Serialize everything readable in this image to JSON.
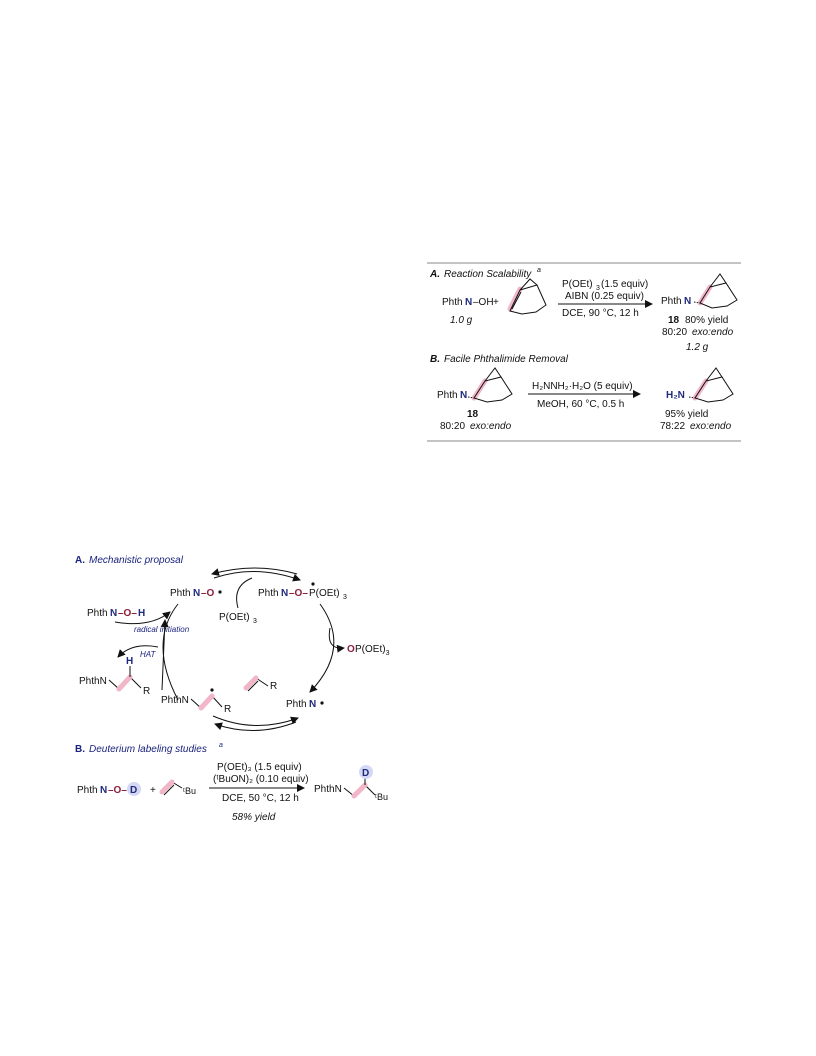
{
  "panel1": {
    "a_label": "A.",
    "a_title": "Reaction Scalability",
    "a_sup": "a",
    "reagent1": "P(OEt)",
    "reagent1_sub": "3",
    "reagent1_tail": " (1.5 equiv)",
    "reagent2": "AIBN (0.25 equiv)",
    "cond": "DCE, 90 °C, 12 h",
    "start_phth": "Phth",
    "start_n": "N",
    "start_oh": "–OH",
    "start_mass": "1.0 g",
    "plus": "+",
    "prod_phth": "Phth",
    "prod_n": "N",
    "prod_num": "18",
    "prod_yield": "80% yield",
    "prod_ratio_num": "80:20",
    "prod_ratio_txt": "exo:endo",
    "prod_mass": "1.2 g",
    "b_label": "B.",
    "b_title": "Facile Phthalimide Removal",
    "b_reagent": "H",
    "b_reagent_full": "H₂NNH₂·H₂O (5 equiv)",
    "b_cond": "MeOH, 60 °C, 0.5 h",
    "b_start_phth": "Phth",
    "b_start_n": "N",
    "b_start_num": "18",
    "b_start_ratio_num": "80:20",
    "b_start_ratio_txt": "exo:endo",
    "b_prod_h2n": "H₂N",
    "b_prod_yield": "95% yield",
    "b_prod_ratio_num": "78:22",
    "b_prod_ratio_txt": "exo:endo"
  },
  "panel2": {
    "a_label": "A.",
    "a_title": "Mechanistic proposal",
    "noradical_phth": "Phth",
    "noradical_n": "N",
    "noradical_o": "–O",
    "adduct_phth": "Phth",
    "adduct_n": "N",
    "adduct_o": "–O–",
    "adduct_p": "P(OEt)",
    "adduct_sub": "3",
    "poet3": "P(OEt)",
    "poet3_sub": "3",
    "nohh_phth": "Phth",
    "nohh_n": "N",
    "nohh_o": "–O–",
    "nohh_h": "H",
    "radical_initiation": "radical initiation",
    "hat": "HAT",
    "opoet": "OP(OEt)",
    "opoet_sub": "3",
    "nrad_phth": "Phth",
    "nrad_n": "N",
    "prod_phth": "PhthN",
    "prod_h": "H",
    "prod_r": "R",
    "int_phth": "PhthN",
    "int_r": "R",
    "alkene_r": "R",
    "b_label": "B.",
    "b_title": "Deuterium labeling studies",
    "b_sup": "a",
    "b_reagent1": "P(OEt)₃ (1.5 equiv)",
    "b_reagent2": "(ᵗBuON)₂ (0.10 equiv)",
    "b_cond": "DCE, 50 °C, 12 h",
    "b_yield": "58% yield",
    "b_start_phth": "Phth",
    "b_start_n": "N",
    "b_start_o": "–O–",
    "b_d": "D",
    "b_plus": "+",
    "b_tbu": "ᵗBu",
    "b_prod_phth": "PhthN",
    "b_prod_d": "D",
    "b_prod_tbu": "ᵗBu"
  }
}
